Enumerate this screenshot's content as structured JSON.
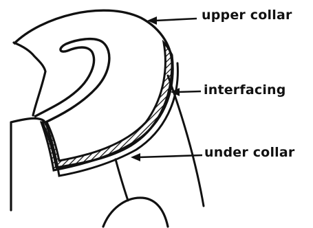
{
  "labels": {
    "upper_collar": "upper collar",
    "interfacing": "interfacing",
    "under_collar": "under collar"
  },
  "colors": {
    "ink": "#111111",
    "background": "#ffffff"
  }
}
